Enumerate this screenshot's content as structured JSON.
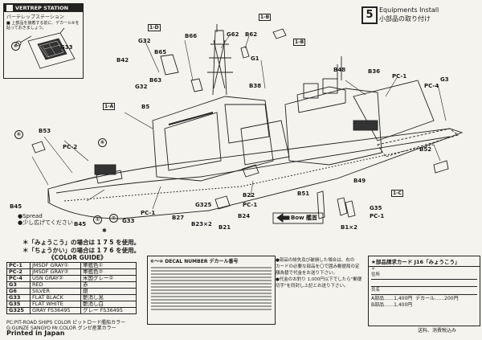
{
  "vertrep": {
    "title": "VERTREP STATION",
    "subtitle": "バーテレップステーション",
    "note1": "■ 上部品を接着する前に、デカール⑥を",
    "note2": "貼っておきましょう。"
  },
  "step": {
    "number": "5",
    "title_en": "Equipments Install",
    "title_ja": "小部品の取り付け"
  },
  "parts": [
    {
      "id": "p-g33a",
      "text": "G33"
    },
    {
      "id": "p-1d",
      "text": "1-D"
    },
    {
      "id": "p-b66",
      "text": "B66"
    },
    {
      "id": "p-g62",
      "text": "G62"
    },
    {
      "id": "p-b62",
      "text": "B62"
    },
    {
      "id": "p-1b",
      "text": "1-B"
    },
    {
      "id": "p-1b2",
      "text": "1-B"
    },
    {
      "id": "p-g32",
      "text": "G32"
    },
    {
      "id": "p-b65",
      "text": "B65"
    },
    {
      "id": "p-b42",
      "text": "B42"
    },
    {
      "id": "p-g1",
      "text": "G1"
    },
    {
      "id": "p-b63",
      "text": "B63"
    },
    {
      "id": "p-b38",
      "text": "B38"
    },
    {
      "id": "p-b48",
      "text": "B48"
    },
    {
      "id": "p-b36",
      "text": "B36"
    },
    {
      "id": "p-pc1a",
      "text": "PC-1"
    },
    {
      "id": "p-pc4",
      "text": "PC-4"
    },
    {
      "id": "p-g3",
      "text": "G3"
    },
    {
      "id": "p-1a",
      "text": "1-A"
    },
    {
      "id": "p-g32b",
      "text": "G32"
    },
    {
      "id": "p-b5",
      "text": "B5"
    },
    {
      "id": "p-b53",
      "text": "B53"
    },
    {
      "id": "p-pc2",
      "text": "PC-2"
    },
    {
      "id": "p-b52",
      "text": "B52"
    },
    {
      "id": "p-b49",
      "text": "B49"
    },
    {
      "id": "p-1c",
      "text": "1-C"
    },
    {
      "id": "p-b51",
      "text": "B51"
    },
    {
      "id": "p-b22",
      "text": "B22"
    },
    {
      "id": "p-pc1b",
      "text": "PC-1"
    },
    {
      "id": "p-bow",
      "text": "Bow 艦首"
    },
    {
      "id": "p-b24",
      "text": "B24"
    },
    {
      "id": "p-b45",
      "text": "B45"
    },
    {
      "id": "p-b45b",
      "text": "B45"
    },
    {
      "id": "p-g33b",
      "text": "G33"
    },
    {
      "id": "p-pc1c",
      "text": "PC-1"
    },
    {
      "id": "p-b27",
      "text": "B27"
    },
    {
      "id": "p-b23",
      "text": "B23×2"
    },
    {
      "id": "p-g325",
      "text": "G325"
    },
    {
      "id": "p-b21",
      "text": "B21"
    },
    {
      "id": "p-b1",
      "text": "B1×2"
    },
    {
      "id": "p-g35",
      "text": "G35"
    },
    {
      "id": "p-pc1d",
      "text": "PC-1"
    }
  ],
  "spread": {
    "en": "●Spread",
    "ja": "●少し広げてください"
  },
  "hull_note": {
    "line1": "＊「みょうこう」の場合は 1 7 5 を使用。",
    "line2": "＊「ちょうかい」の場合は 1 7 6 を使用。"
  },
  "color_guide": {
    "title": "《COLOR GUIDE》",
    "rows": [
      [
        "PC-1",
        "JMSDF GRAY①",
        "軍艦色①"
      ],
      [
        "PC-2",
        "JMSDF GRAY②",
        "軍艦色②"
      ],
      [
        "PC-4",
        "USN GRAY②",
        "米国グレー②"
      ],
      [
        "G3",
        "RED",
        "赤"
      ],
      [
        "G6",
        "SILVER",
        "銀"
      ],
      [
        "G33",
        "FLAT BLACK",
        "艶消し黒"
      ],
      [
        "G35",
        "FLAT WHITE",
        "艶消し白"
      ],
      [
        "G325",
        "GRAY FS36495",
        "グレー FS36495"
      ]
    ],
    "foot1": "PC:PIT-ROAD SHIPS COLOR ピットロード艦船カラー",
    "foot2": "G:GUNZE SANGYO Mr.COLOR グンゼ産業カラー"
  },
  "decal": {
    "title": "⑥～⑩ DECAL NUMBER デカール番号"
  },
  "card_text": {
    "l1": "●部品の紛失及び破損した場合は、右の",
    "l2": "カードの必要な部品を〇で囲み郵便局の定",
    "l3": "額為替で代金をお送り下さい。",
    "l4": "●代金のお釣り 1,000円以下でしたら\"郵便",
    "l5": "切手\"を同封し上記とお送り下さい。"
  },
  "card": {
    "title": "★部品請求カード J16「みょうこう」",
    "zip": "〒",
    "addr": "住所",
    "name": "氏名",
    "a": "A部品……1,400円",
    "decal": "デカール……200円",
    "b": "B部品……1,400円"
  },
  "postage": "送料、消費税込み",
  "printed": "Printed in Japan"
}
